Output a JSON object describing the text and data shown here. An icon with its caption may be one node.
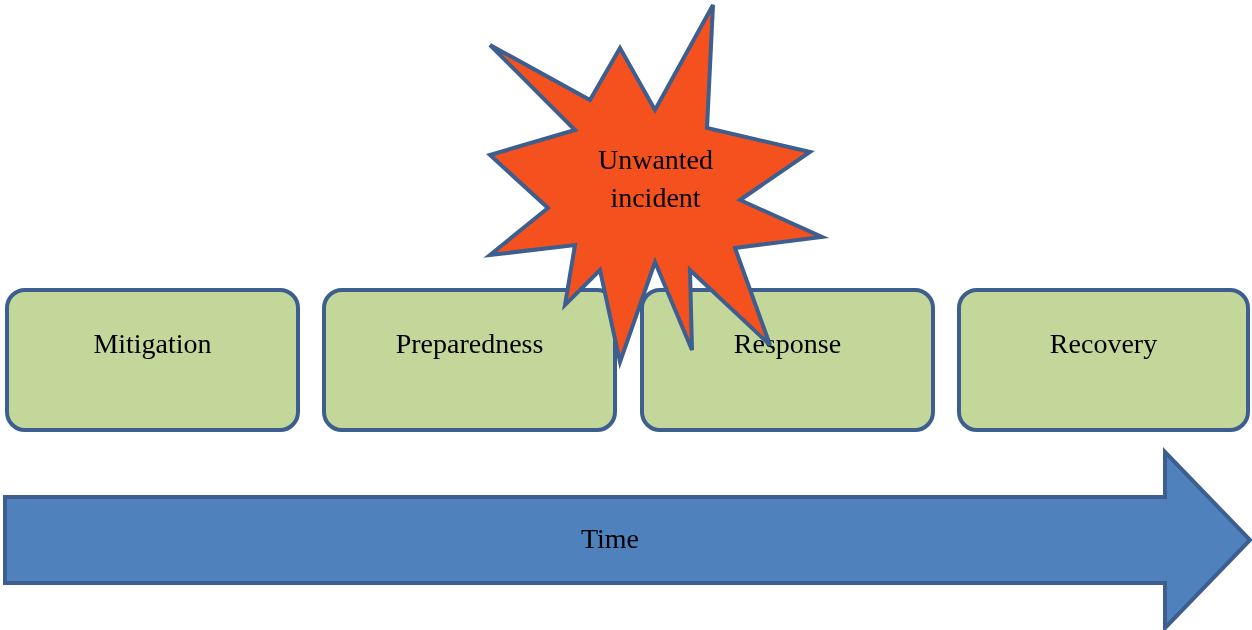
{
  "diagram": {
    "nodes": [
      {
        "text": [
          "Unwanted incident"
        ]
      },
      {
        "text": [
          "Mitigation"
        ]
      },
      {
        "text": [
          "Preparedness"
        ]
      },
      {
        "text": [
          "Response"
        ]
      },
      {
        "text": [
          "Recovery"
        ]
      },
      {
        "text": [
          "Time"
        ]
      }
    ]
  }
}
